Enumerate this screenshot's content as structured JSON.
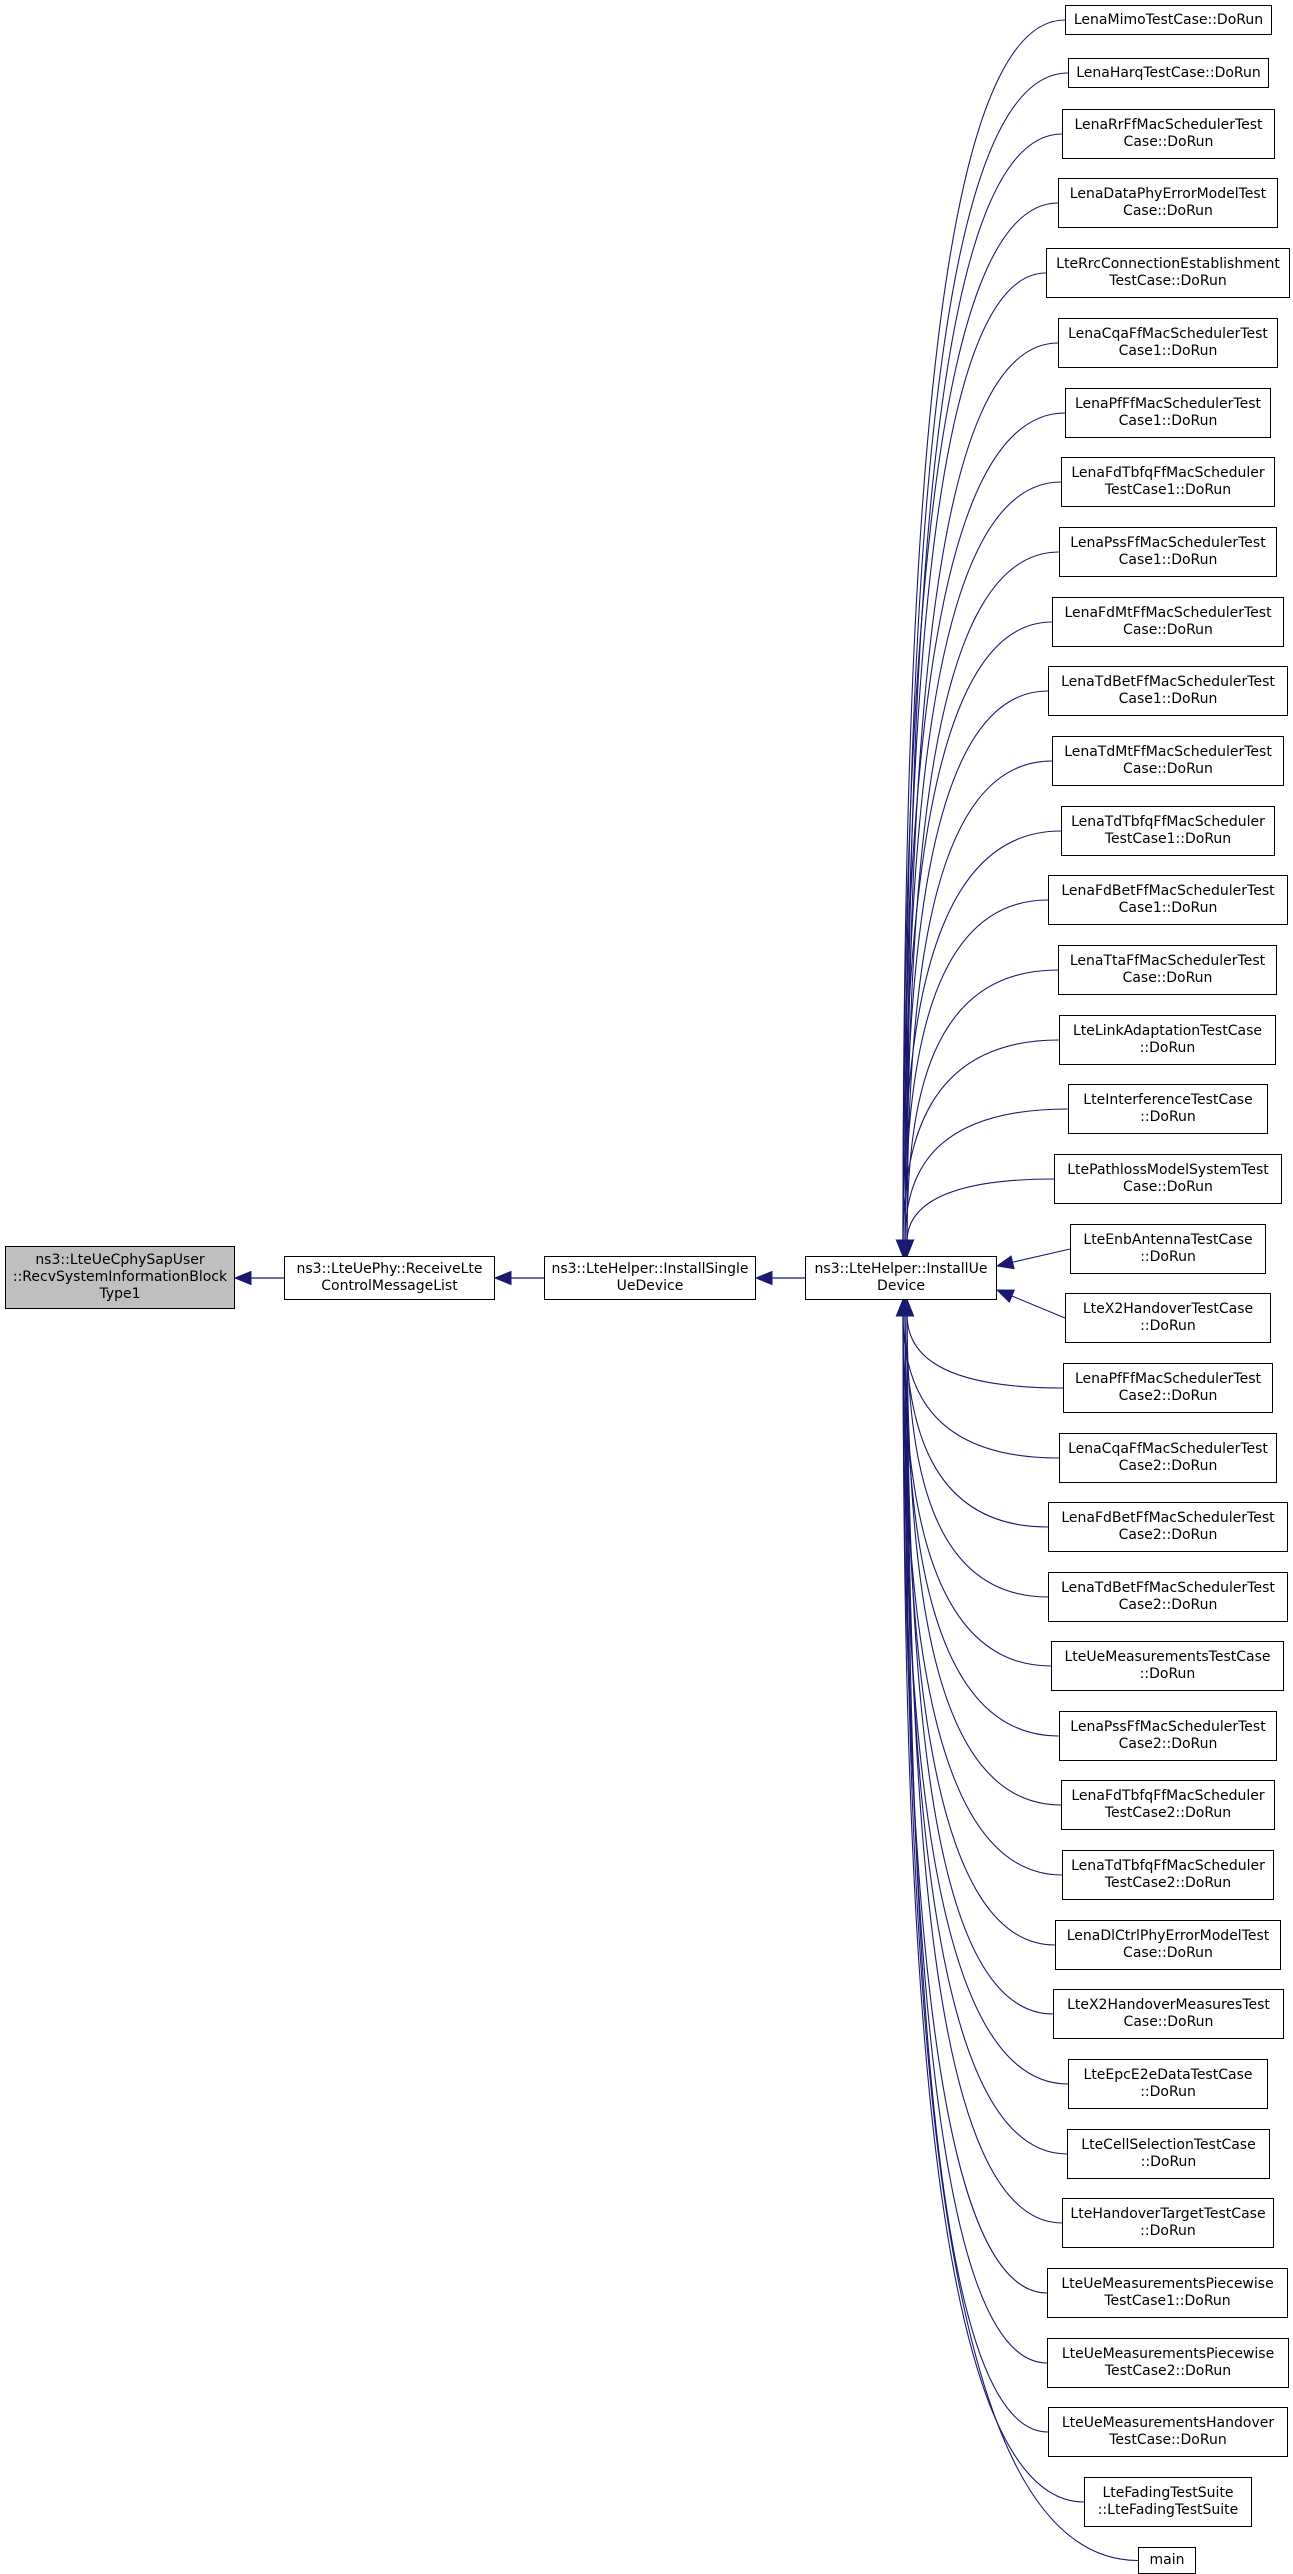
{
  "colors": {
    "edge": "#191970",
    "root_fill": "#bfbfbf",
    "node_fill": "#ffffff",
    "border": "#000000"
  },
  "nodes": {
    "root": "ns3::LteUeCphySapUser\n::RecvSystemInformationBlock\nType1",
    "receive": "ns3::LteUePhy::ReceiveLte\nControlMessageList",
    "single": "ns3::LteHelper::InstallSingle\nUeDevice",
    "installue": "ns3::LteHelper::InstallUe\nDevice"
  },
  "callers": [
    "LenaMimoTestCase::DoRun",
    "LenaHarqTestCase::DoRun",
    "LenaRrFfMacSchedulerTest\nCase::DoRun",
    "LenaDataPhyErrorModelTest\nCase::DoRun",
    "LteRrcConnectionEstablishment\nTestCase::DoRun",
    "LenaCqaFfMacSchedulerTest\nCase1::DoRun",
    "LenaPfFfMacSchedulerTest\nCase1::DoRun",
    "LenaFdTbfqFfMacScheduler\nTestCase1::DoRun",
    "LenaPssFfMacSchedulerTest\nCase1::DoRun",
    "LenaFdMtFfMacSchedulerTest\nCase::DoRun",
    "LenaTdBetFfMacSchedulerTest\nCase1::DoRun",
    "LenaTdMtFfMacSchedulerTest\nCase::DoRun",
    "LenaTdTbfqFfMacScheduler\nTestCase1::DoRun",
    "LenaFdBetFfMacSchedulerTest\nCase1::DoRun",
    "LenaTtaFfMacSchedulerTest\nCase::DoRun",
    "LteLinkAdaptationTestCase\n::DoRun",
    "LteInterferenceTestCase\n::DoRun",
    "LtePathlossModelSystemTest\nCase::DoRun",
    "LteEnbAntennaTestCase\n::DoRun",
    "LteX2HandoverTestCase\n::DoRun",
    "LenaPfFfMacSchedulerTest\nCase2::DoRun",
    "LenaCqaFfMacSchedulerTest\nCase2::DoRun",
    "LenaFdBetFfMacSchedulerTest\nCase2::DoRun",
    "LenaTdBetFfMacSchedulerTest\nCase2::DoRun",
    "LteUeMeasurementsTestCase\n::DoRun",
    "LenaPssFfMacSchedulerTest\nCase2::DoRun",
    "LenaFdTbfqFfMacScheduler\nTestCase2::DoRun",
    "LenaTdTbfqFfMacScheduler\nTestCase2::DoRun",
    "LenaDlCtrlPhyErrorModelTest\nCase::DoRun",
    "LteX2HandoverMeasuresTest\nCase::DoRun",
    "LteEpcE2eDataTestCase\n::DoRun",
    "LteCellSelectionTestCase\n::DoRun",
    "LteHandoverTargetTestCase\n::DoRun",
    "LteUeMeasurementsPiecewise\nTestCase1::DoRun",
    "LteUeMeasurementsPiecewise\nTestCase2::DoRun",
    "LteUeMeasurementsHandover\nTestCase::DoRun",
    "LteFadingTestSuite\n::LteFadingTestSuite",
    "main"
  ]
}
